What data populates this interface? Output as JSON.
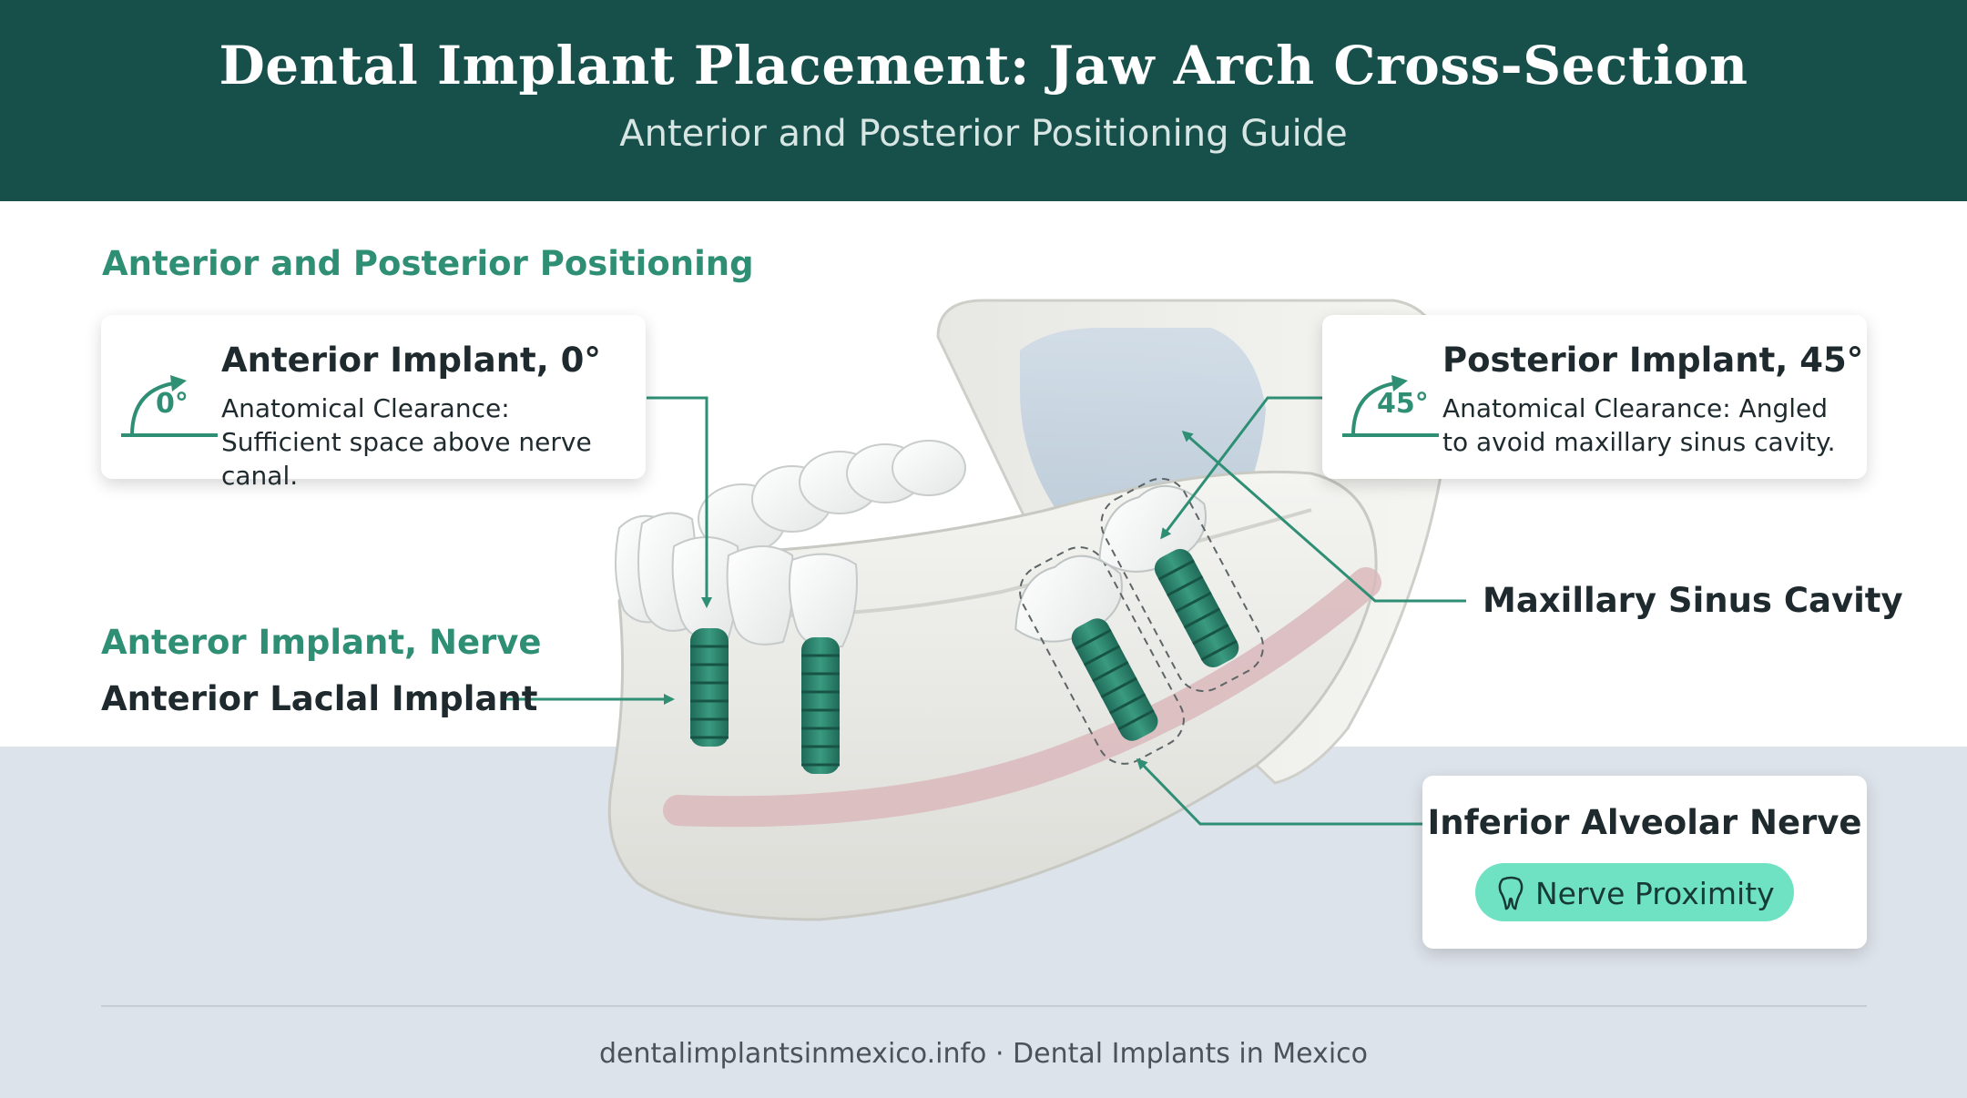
{
  "header": {
    "title": "Dental Implant Placement: Jaw Arch Cross-Section",
    "subtitle": "Anterior and Posterior Positioning Guide"
  },
  "section_heading": "Anterior and Posterior Positioning",
  "anterior_card": {
    "angle": "0°",
    "title": "Anterior Implant, 0°",
    "body": "Anatomical Clearance: Sufficient space above nerve canal."
  },
  "posterior_card": {
    "angle": "45°",
    "title": "Posterior Implant, 45°",
    "body": "Anatomical Clearance: Angled to avoid maxillary sinus cavity."
  },
  "labels": {
    "anterior_nerve": "Anteror Implant, Nerve",
    "anterior_labial": "Anterior Laclal Implant",
    "maxillary_sinus": "Maxillary Sinus Cavity"
  },
  "nerve_card": {
    "title": "Inferior Alveolar Nerve",
    "badge": "Nerve Proximity",
    "badge_icon": "tooth-icon"
  },
  "footer": "dentalimplantsinmexico.info · Dental Implants in Mexico",
  "colors": {
    "header_bg": "#174f4b",
    "accent_green": "#2f8f74",
    "implant_green": "#2a7b67",
    "badge_bg": "#6fe2c4",
    "nerve_band": "#d9b9bc",
    "lower_band": "#dde3ea"
  }
}
